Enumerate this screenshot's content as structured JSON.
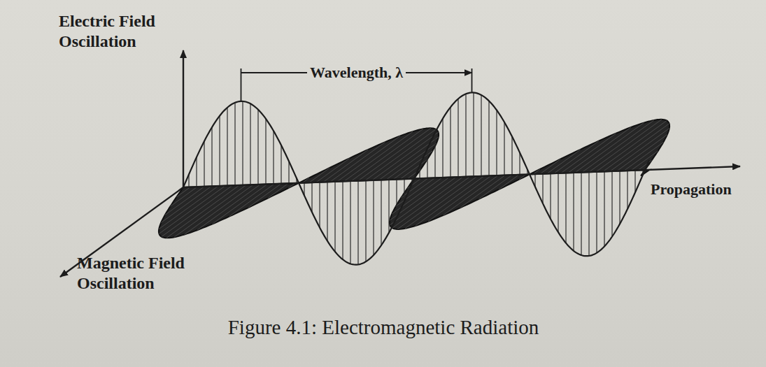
{
  "diagram": {
    "caption": "Figure 4.1: Electromagnetic Radiation",
    "labels": [
      "Electric Field Oscillation",
      "Wavelength, λ",
      "Propagation",
      "Magnetic Field Oscillation"
    ]
  }
}
